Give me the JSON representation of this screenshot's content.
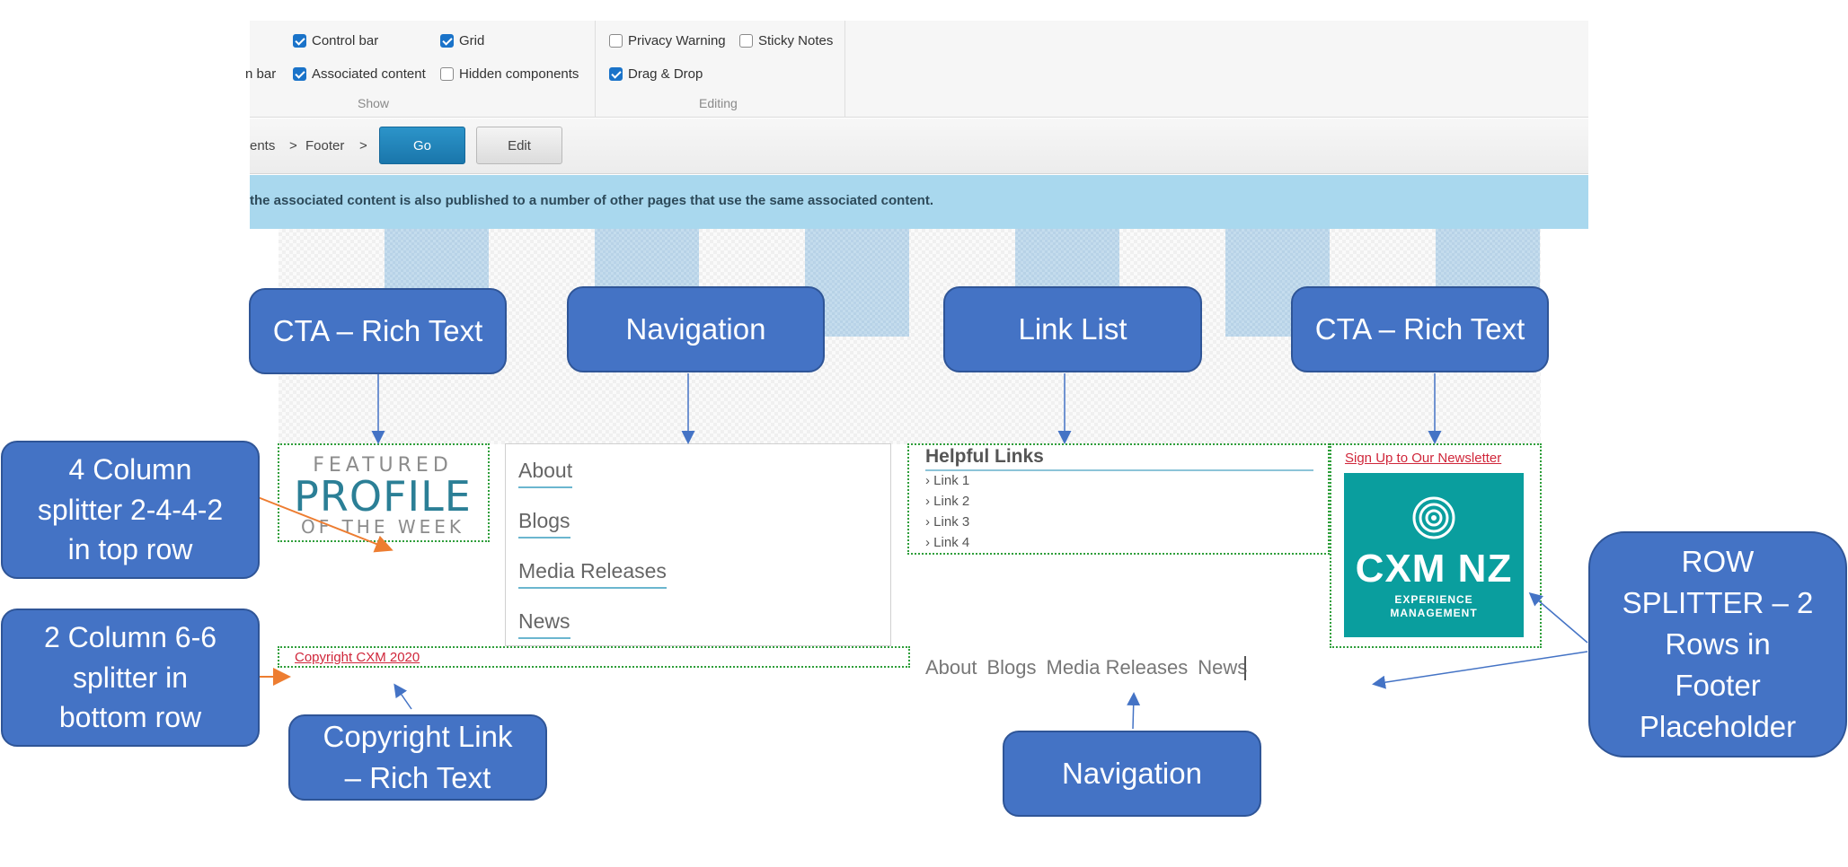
{
  "ribbon": {
    "show_group": {
      "label": "Show",
      "items": [
        {
          "label": "Control bar",
          "checked": true
        },
        {
          "label": "Grid",
          "checked": true
        },
        {
          "label": "n bar",
          "checked": true
        },
        {
          "label": "Associated content",
          "checked": true
        },
        {
          "label": "Hidden components",
          "checked": false
        }
      ]
    },
    "editing_group": {
      "label": "Editing",
      "items": [
        {
          "label": "Privacy Warning",
          "checked": false
        },
        {
          "label": "Sticky Notes",
          "checked": false
        },
        {
          "label": "Drag & Drop",
          "checked": true
        }
      ]
    }
  },
  "breadcrumb": {
    "items": [
      "ents",
      "Footer"
    ],
    "separator": ">",
    "go_label": "Go",
    "edit_label": "Edit"
  },
  "banner": {
    "text": "the associated content is also published to a number of other pages that use the same associated content."
  },
  "preview": {
    "profile_logo": {
      "line1": "FEATURED",
      "line2": "PROFILE",
      "line3": "OF THE WEEK"
    },
    "navigation": [
      "About",
      "Blogs",
      "Media Releases",
      "News"
    ],
    "link_list": {
      "title": "Helpful Links",
      "links": [
        "Link 1",
        "Link 2",
        "Link 3",
        "Link 4"
      ]
    },
    "newsletter_link": "Sign Up to Our Newsletter",
    "cxm_logo": {
      "title": "CXM NZ",
      "line1": "EXPERIENCE",
      "line2": "MANAGEMENT"
    },
    "copyright": "Copyright CXM 2020",
    "footer_navigation": [
      "About",
      "Blogs",
      "Media Releases",
      "News"
    ]
  },
  "callouts": {
    "cta_rich_text_left": "CTA – Rich Text",
    "navigation_top": "Navigation",
    "link_list": "Link List",
    "cta_rich_text_right": "CTA – Rich Text",
    "four_column": [
      "4 Column",
      "splitter 2-4-4-2",
      "in top row"
    ],
    "two_column": [
      "2 Column 6-6",
      "splitter in",
      "bottom row"
    ],
    "copyright_link": [
      "Copyright Link",
      "– Rich Text"
    ],
    "navigation_bottom": "Navigation",
    "row_splitter": [
      "ROW",
      "SPLITTER – 2",
      "Rows in",
      "Footer",
      "Placeholder"
    ]
  },
  "colors": {
    "callout_fill": "#4473c5",
    "callout_border": "#2f5597",
    "banner": "#a9d8ee",
    "go_button": "#1a76ab",
    "dotted_outline": "#2e9e3a",
    "link_red": "#d0263a",
    "cxm_teal": "#0a9e9e",
    "arrow_orange": "#ed7d31"
  }
}
